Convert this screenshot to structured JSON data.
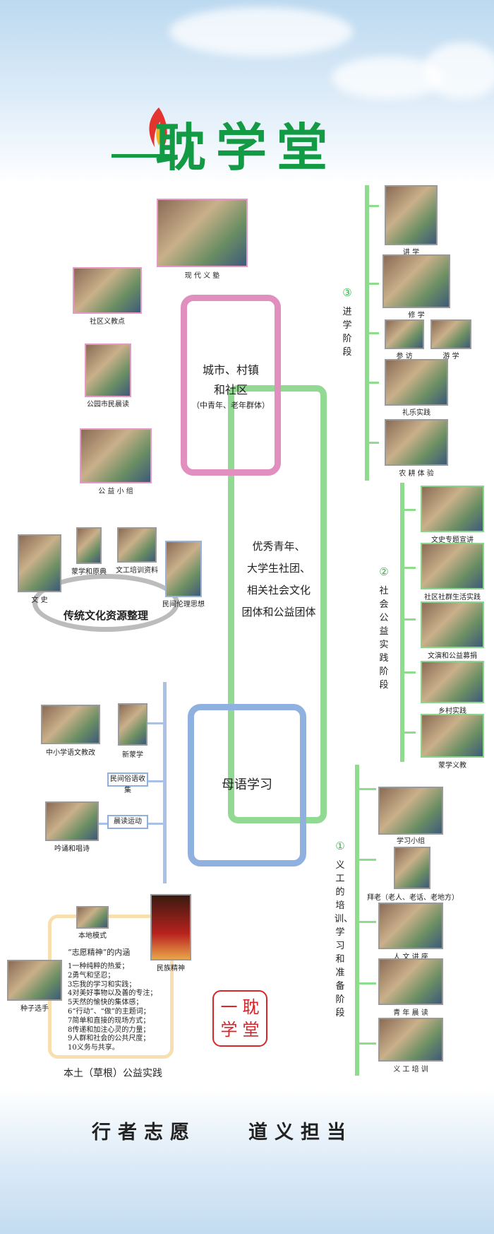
{
  "title": "耽学堂",
  "stages": {
    "s3": {
      "num": "③",
      "label": "进学阶段"
    },
    "s2": {
      "num": "②",
      "label": "社会公益实践阶段"
    },
    "s1": {
      "num": "①",
      "label": "义工的培训、学习和准备阶段"
    }
  },
  "boxes": {
    "pink_line1": "城市、村镇",
    "pink_line2": "和社区",
    "pink_sub": "（中青年、老年群体）",
    "green_lines": [
      "优秀青年、",
      "大学生社团、",
      "相关社会文化",
      "团体和公益团体"
    ],
    "blue": "母语学习"
  },
  "left_top_captions": [
    "现 代 义 塾",
    "社区义教点",
    "公园市民晨读",
    "公 益 小 组"
  ],
  "right3_captions": [
    "讲 学",
    "修 学",
    "参 访",
    "游 学",
    "礼乐实践",
    "农 耕 体 验"
  ],
  "right2_captions": [
    "文史专题宣讲",
    "社区社群生活实践",
    "文演和公益募捐",
    "乡村实践",
    "蒙学义教"
  ],
  "right1_captions": [
    "学习小组",
    "拜老（老人、老话、老地方）",
    "人 文 讲 座",
    "青 年 晨 读",
    "义 工 培 训"
  ],
  "resource": {
    "title": "传统文化资源整理",
    "items": [
      "文 史",
      "蒙学和原典",
      "文工培训资料",
      "民间伦理思想"
    ]
  },
  "mother_tongue_items": [
    "中小学语文教改",
    "新蒙学",
    "民间俗语收集",
    "晨读运动",
    "吟诵和唱诗"
  ],
  "grassroots": {
    "title": "本土（草根）公益实践",
    "heading": "“志愿精神”的内涵",
    "items": [
      "1一种纯粹的热爱；",
      "2勇气和坚忍；",
      "3忘我的学习和实践；",
      "4对美好事物以及善的专注；",
      "5天然的愉快的集体感；",
      "6“行动”、“做”的主题词；",
      "7简单和直接的现场方式；",
      "8传递和加注心灵的力量；",
      "9人群和社会的公共尺度；",
      "10义务与共享。"
    ],
    "photos": [
      "本地模式",
      "民族精神",
      "种子选手"
    ]
  },
  "seal_text": "一耽学堂",
  "motto": "行者志愿　　道义担当"
}
